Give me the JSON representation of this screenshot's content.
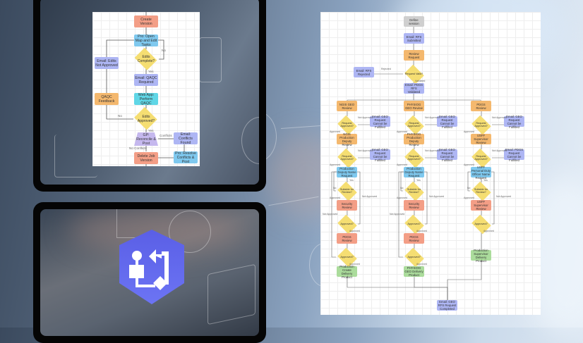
{
  "scene": {
    "description": "Promotional graphic showing workflow diagrams on tablets",
    "accent_color": "#5c63e8"
  },
  "left_flowchart": {
    "nodes": {
      "create_version": "Create Version",
      "open_map": "Pro: Open Map and Edit Tasks",
      "edits_complete": "Edits Complete?",
      "email_qaqc": "Email: QAQC Required",
      "web_app_qaqc": "Web App: Perform QAQC",
      "edits_approved": "Edits Approved?",
      "gp_reconcile": "GP: Reconcile & Post",
      "email_conflicts": "Email: Conflicts Found",
      "pro_resolve": "Pro: Resolve Conflicts & Post",
      "delete_version": "Delete Job Version",
      "qaqc_feedback": "QAQC Feedback",
      "email_not_approved": "Email: Edits Not Approved"
    },
    "labels": {
      "no1": "No",
      "yes1": "Yes",
      "no2": "No",
      "yes2": "Yes",
      "conflicts": "Conflicts",
      "no_conflicts": "No Conflicts"
    }
  },
  "right_flowchart": {
    "top": {
      "define_session": "Define session",
      "email_submitted": "Email: RFS Submitted",
      "review_request": "Review Request",
      "request_valid": "Request Valid?",
      "rejected_label": "Rejected",
      "email_rejected": "Email: RFS Rejected",
      "validated_label": "Validated",
      "email_validated": "Email: PDGS RFS Validated"
    },
    "columns": [
      {
        "review1": "NGIS GEO Review",
        "decision1": "Request Approved?",
        "email1": "Email: GEO Request Cannot be Fulfilled",
        "review2": "NGIS Production Deputy Review",
        "decision2": "Request Approved?",
        "email2": "Email: GEO Request Cannot be Fulfilled",
        "request": "Production Deputy Name Request",
        "decision3": "Suitable for Review?",
        "review3": "Security Review",
        "decision4": "Approved?",
        "review4": "PDGS Review",
        "decision5": "Approved?",
        "final": "Production Create Delivery Product"
      },
      {
        "review1": "PHYSIOG GEO Review",
        "decision1": "Request Approved?",
        "email1": "Email: GEO Request Cannot be Fulfilled",
        "review2": "PHYSIOG Production Deputy Review",
        "decision2": "Request Approved?",
        "email2": "Email: GEO Request Cannot be Fulfilled",
        "request": "Production Deputy Name Request",
        "decision3": "Suitable for Review?",
        "review3": "Security Review",
        "decision4": "Approved?",
        "review4": "PDGS Review",
        "decision5": "Approved?",
        "final": "PHYSIOG GEO Delivery Product"
      },
      {
        "review1": "PDGS Review",
        "decision1": "Request Approved?",
        "email1": "Email: GEO Request Cannot be Fulfilled",
        "review2": "USFF Supervisor Review",
        "decision2": "Request Approved?",
        "email2": "Email: PDGS Request Cannot be Fulfilled",
        "request": "USFF Personal Duty Officer Name Request",
        "decision3": "Suitable for Review?",
        "review3": "USFF Supervisor Review",
        "decision4": "Approved?",
        "final": "Production Supervisor Delivery Product"
      }
    ],
    "labels": {
      "not_approved": "Not Approved",
      "approved": "Approved",
      "yes": "Yes",
      "no": "No"
    },
    "end": "Email: GEO RFS Request Completed"
  },
  "logo": {
    "name": "workflow-manager-logo",
    "color": "#5c63e8"
  }
}
